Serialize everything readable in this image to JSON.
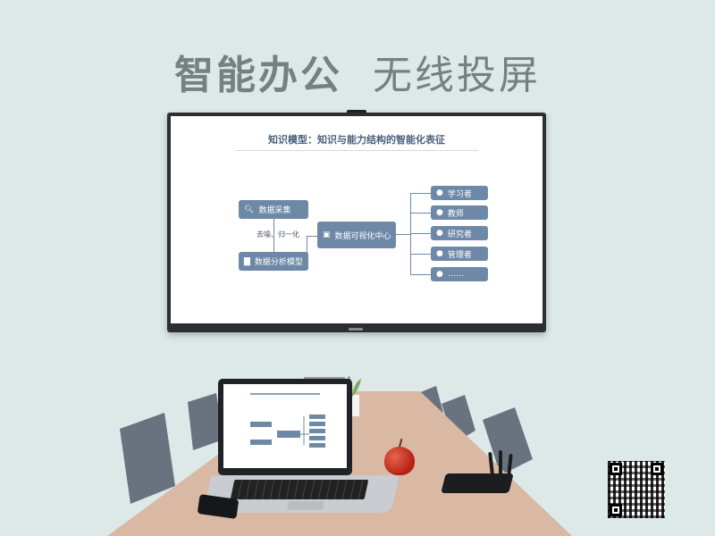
{
  "headline": {
    "part1": "智能办公",
    "part2": "无线投屏"
  },
  "slide": {
    "title": "知识模型：知识与能力结构的智能化表征",
    "nodes": {
      "collect": "数据采集",
      "model": "数据分析模型",
      "center": "数据可视化中心"
    },
    "edge_label": "去噪、归一化",
    "audience": [
      "学习者",
      "教师",
      "研究者",
      "管理者",
      "……"
    ]
  },
  "icons": {
    "collect": "search-icon",
    "model": "bar-chart-icon",
    "center": "folder-icon",
    "audience": "user-icon"
  },
  "colors": {
    "background": "#dce9e8",
    "node": "#6e88a8",
    "headline": "#777f80",
    "table": "#d9b9a3"
  }
}
